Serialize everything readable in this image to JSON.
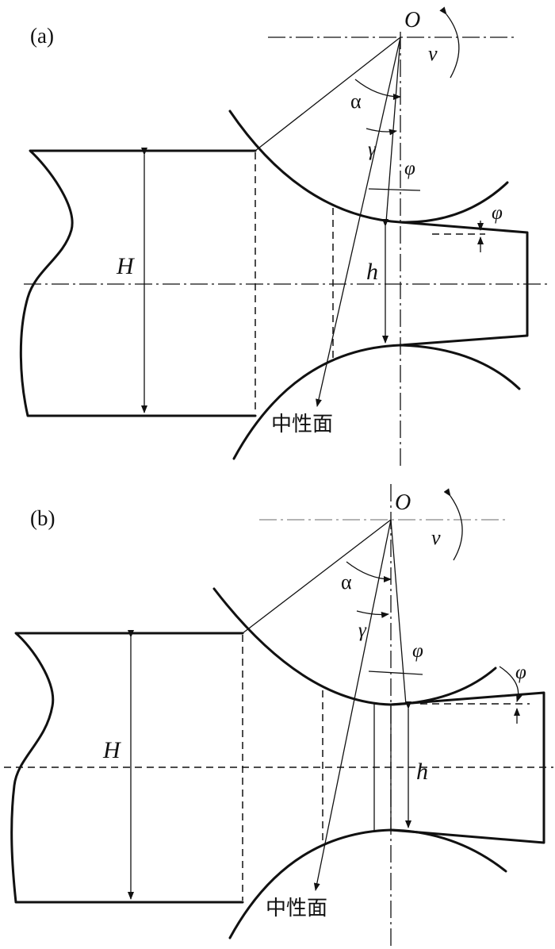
{
  "panel_a": {
    "tag": "(a)",
    "center": "O",
    "rotation": "v",
    "alpha": "α",
    "gamma": "γ",
    "phi_top": "φ",
    "phi_side": "φ",
    "H": "H",
    "h": "h",
    "neutral": "中性面"
  },
  "panel_b": {
    "tag": "(b)",
    "center": "O",
    "rotation": "v",
    "alpha": "α",
    "gamma": "γ",
    "phi_top": "φ",
    "phi_side": "φ",
    "H": "H",
    "h": "h",
    "neutral": "中性面"
  }
}
